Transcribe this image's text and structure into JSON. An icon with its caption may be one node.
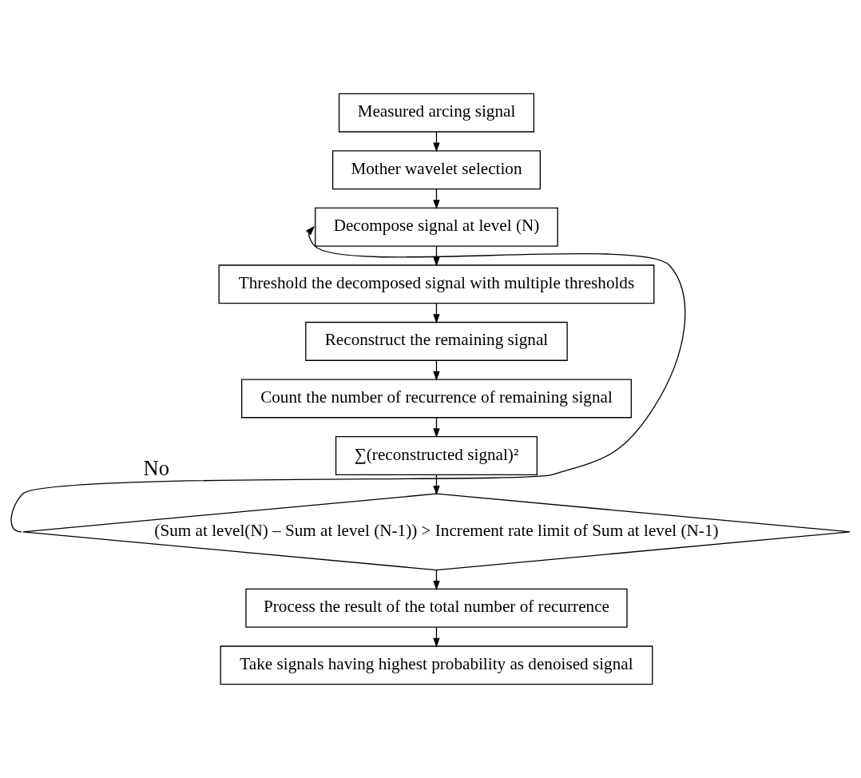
{
  "diagram": {
    "nodes": [
      {
        "text": [
          "Measured arcing signal"
        ]
      },
      {
        "text": [
          "Mother wavelet selection"
        ]
      },
      {
        "text": [
          "Decompose signal at level (N)"
        ]
      },
      {
        "text": [
          "Threshold the decomposed signal with multiple thresholds"
        ]
      },
      {
        "text": [
          "Reconstruct the remaining signal"
        ]
      },
      {
        "text": [
          "Count the number of recurrence of remaining signal"
        ]
      },
      {
        "text": [
          "∑(reconstructed signal)²"
        ]
      },
      {
        "text": [
          "(Sum at level(N) – Sum at level (N-1)) > Increment rate limit of Sum at level (N-1)"
        ]
      },
      {
        "text": [
          "Process the result of the total number of recurrence"
        ]
      },
      {
        "text": [
          "Take signals having highest probability as denoised signal"
        ]
      }
    ],
    "edges": [
      {
        "from": 0,
        "to": 1,
        "arrow": "to"
      },
      {
        "from": 1,
        "to": 2,
        "arrow": "to"
      },
      {
        "from": 2,
        "to": 3,
        "arrow": "to"
      },
      {
        "from": 3,
        "to": 4,
        "arrow": "to"
      },
      {
        "from": 4,
        "to": 5,
        "arrow": "to"
      },
      {
        "from": 5,
        "to": 6,
        "arrow": "to"
      },
      {
        "from": 6,
        "to": 7,
        "arrow": "to"
      },
      {
        "from": 7,
        "to": 2,
        "arrow": "to",
        "label": "No"
      },
      {
        "from": 7,
        "to": 8,
        "arrow": "to"
      },
      {
        "from": 8,
        "to": 9,
        "arrow": "to"
      }
    ]
  }
}
